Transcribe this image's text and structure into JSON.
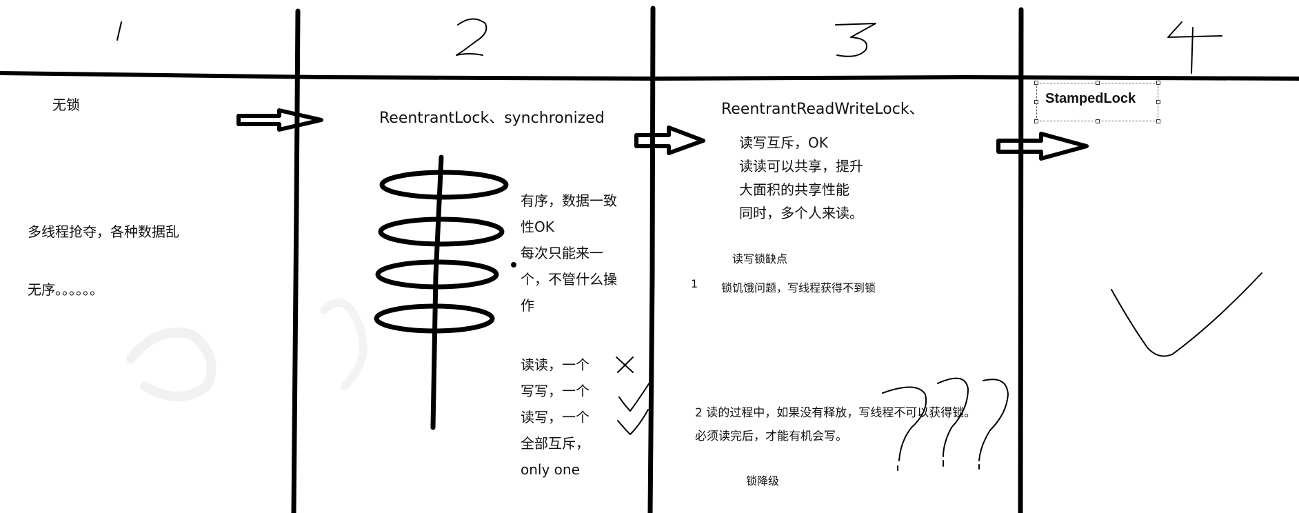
{
  "header": {
    "col1_number": "1",
    "col2_number": "2",
    "col3_number": "3",
    "col4_number": "4"
  },
  "col1": {
    "title": "无锁",
    "line1": "多线程抢夺，各种数据乱",
    "line2": "无序。。。。。。"
  },
  "col2": {
    "title": "ReentrantLock、synchronized",
    "desc": [
      "有序，数据一致",
      "性OK",
      "每次只能来一",
      "个，不管什么操",
      "作"
    ],
    "rules": [
      "读读，一个",
      "写写，一个",
      "读写，一个",
      "全部互斥，",
      "only one"
    ]
  },
  "col3": {
    "title": "ReentrantReadWriteLock、",
    "desc": [
      "读写互斥，OK",
      "读读可以共享，提升",
      "大面积的共享性能",
      "同时，多个人来读。"
    ],
    "drawbacks_title": "读写锁缺点",
    "item1_number": "1",
    "item1_text": "锁饥饿问题，写线程获得不到锁",
    "item2_line1": "2 读的过程中，如果没有释放，写线程不可以获得锁。",
    "item2_line2": "必须读完后，才能有机会写。",
    "downgrade": "锁降级"
  },
  "col4": {
    "title": "StampedLock"
  },
  "colors": {
    "ink": "#000000",
    "selection_border": "#3a6a8a"
  }
}
